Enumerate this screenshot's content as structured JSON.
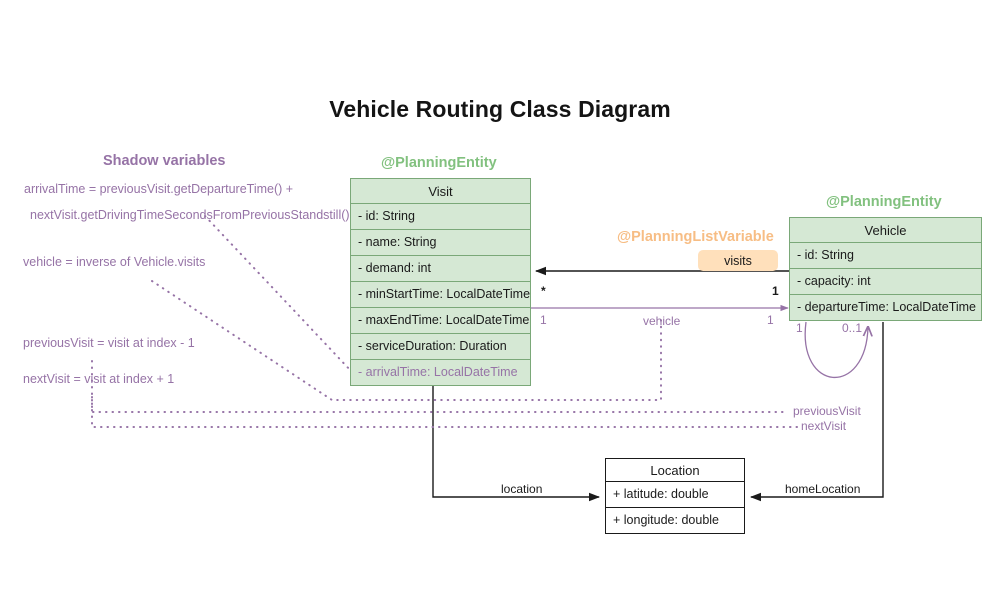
{
  "title": "Vehicle Routing Class Diagram",
  "colors": {
    "entity_fill": "#d5e8d4",
    "entity_stroke": "#7aa878",
    "stereotype_green": "#82c17f",
    "stereotype_orange": "#f7bd84",
    "shadow_purple": "#9673a6",
    "badge_fill": "#ffe0bb",
    "plain_stroke": "#1a1a1a"
  },
  "stereotypes": {
    "visit": "@PlanningEntity",
    "vehicle": "@PlanningEntity",
    "list_variable": "@PlanningListVariable",
    "shadow": "Shadow variables"
  },
  "badges": {
    "visits": "visits"
  },
  "classes": {
    "visit": {
      "name": "Visit",
      "attributes": [
        "- id: String",
        "- name: String",
        "- demand: int",
        "- minStartTime: LocalDateTime",
        "- maxEndTime: LocalDateTime",
        "- serviceDuration: Duration",
        "- arrivalTime: LocalDateTime"
      ],
      "shadow_attribute_indices": [
        6
      ]
    },
    "vehicle": {
      "name": "Vehicle",
      "attributes": [
        "- id: String",
        "- capacity: int",
        "- departureTime: LocalDateTime"
      ],
      "shadow_attribute_indices": []
    },
    "location": {
      "name": "Location",
      "attributes": [
        "+ latitude: double",
        "+ longitude: double"
      ],
      "shadow_attribute_indices": []
    }
  },
  "relations": {
    "visits": {
      "label": "visits",
      "source_multiplicity": "1",
      "target_multiplicity": "*"
    },
    "vehicle": {
      "label": "vehicle",
      "source_multiplicity": "1",
      "target_multiplicity": "1"
    },
    "location": {
      "label": "location"
    },
    "home_location": {
      "label": "homeLocation"
    },
    "vehicle_self_loop": {
      "source_multiplicity": "1",
      "target_multiplicity": "0..1"
    },
    "previous_visit": {
      "label": "previousVisit"
    },
    "next_visit": {
      "label": "nextVisit"
    }
  },
  "shadow_notes": [
    "arrivalTime = previousVisit.getDepartureTime() +",
    "nextVisit.getDrivingTimeSecondsFromPreviousStandstill()",
    "vehicle = inverse of Vehicle.visits",
    "previousVisit = visit at index - 1",
    "nextVisit = visit at index + 1"
  ]
}
